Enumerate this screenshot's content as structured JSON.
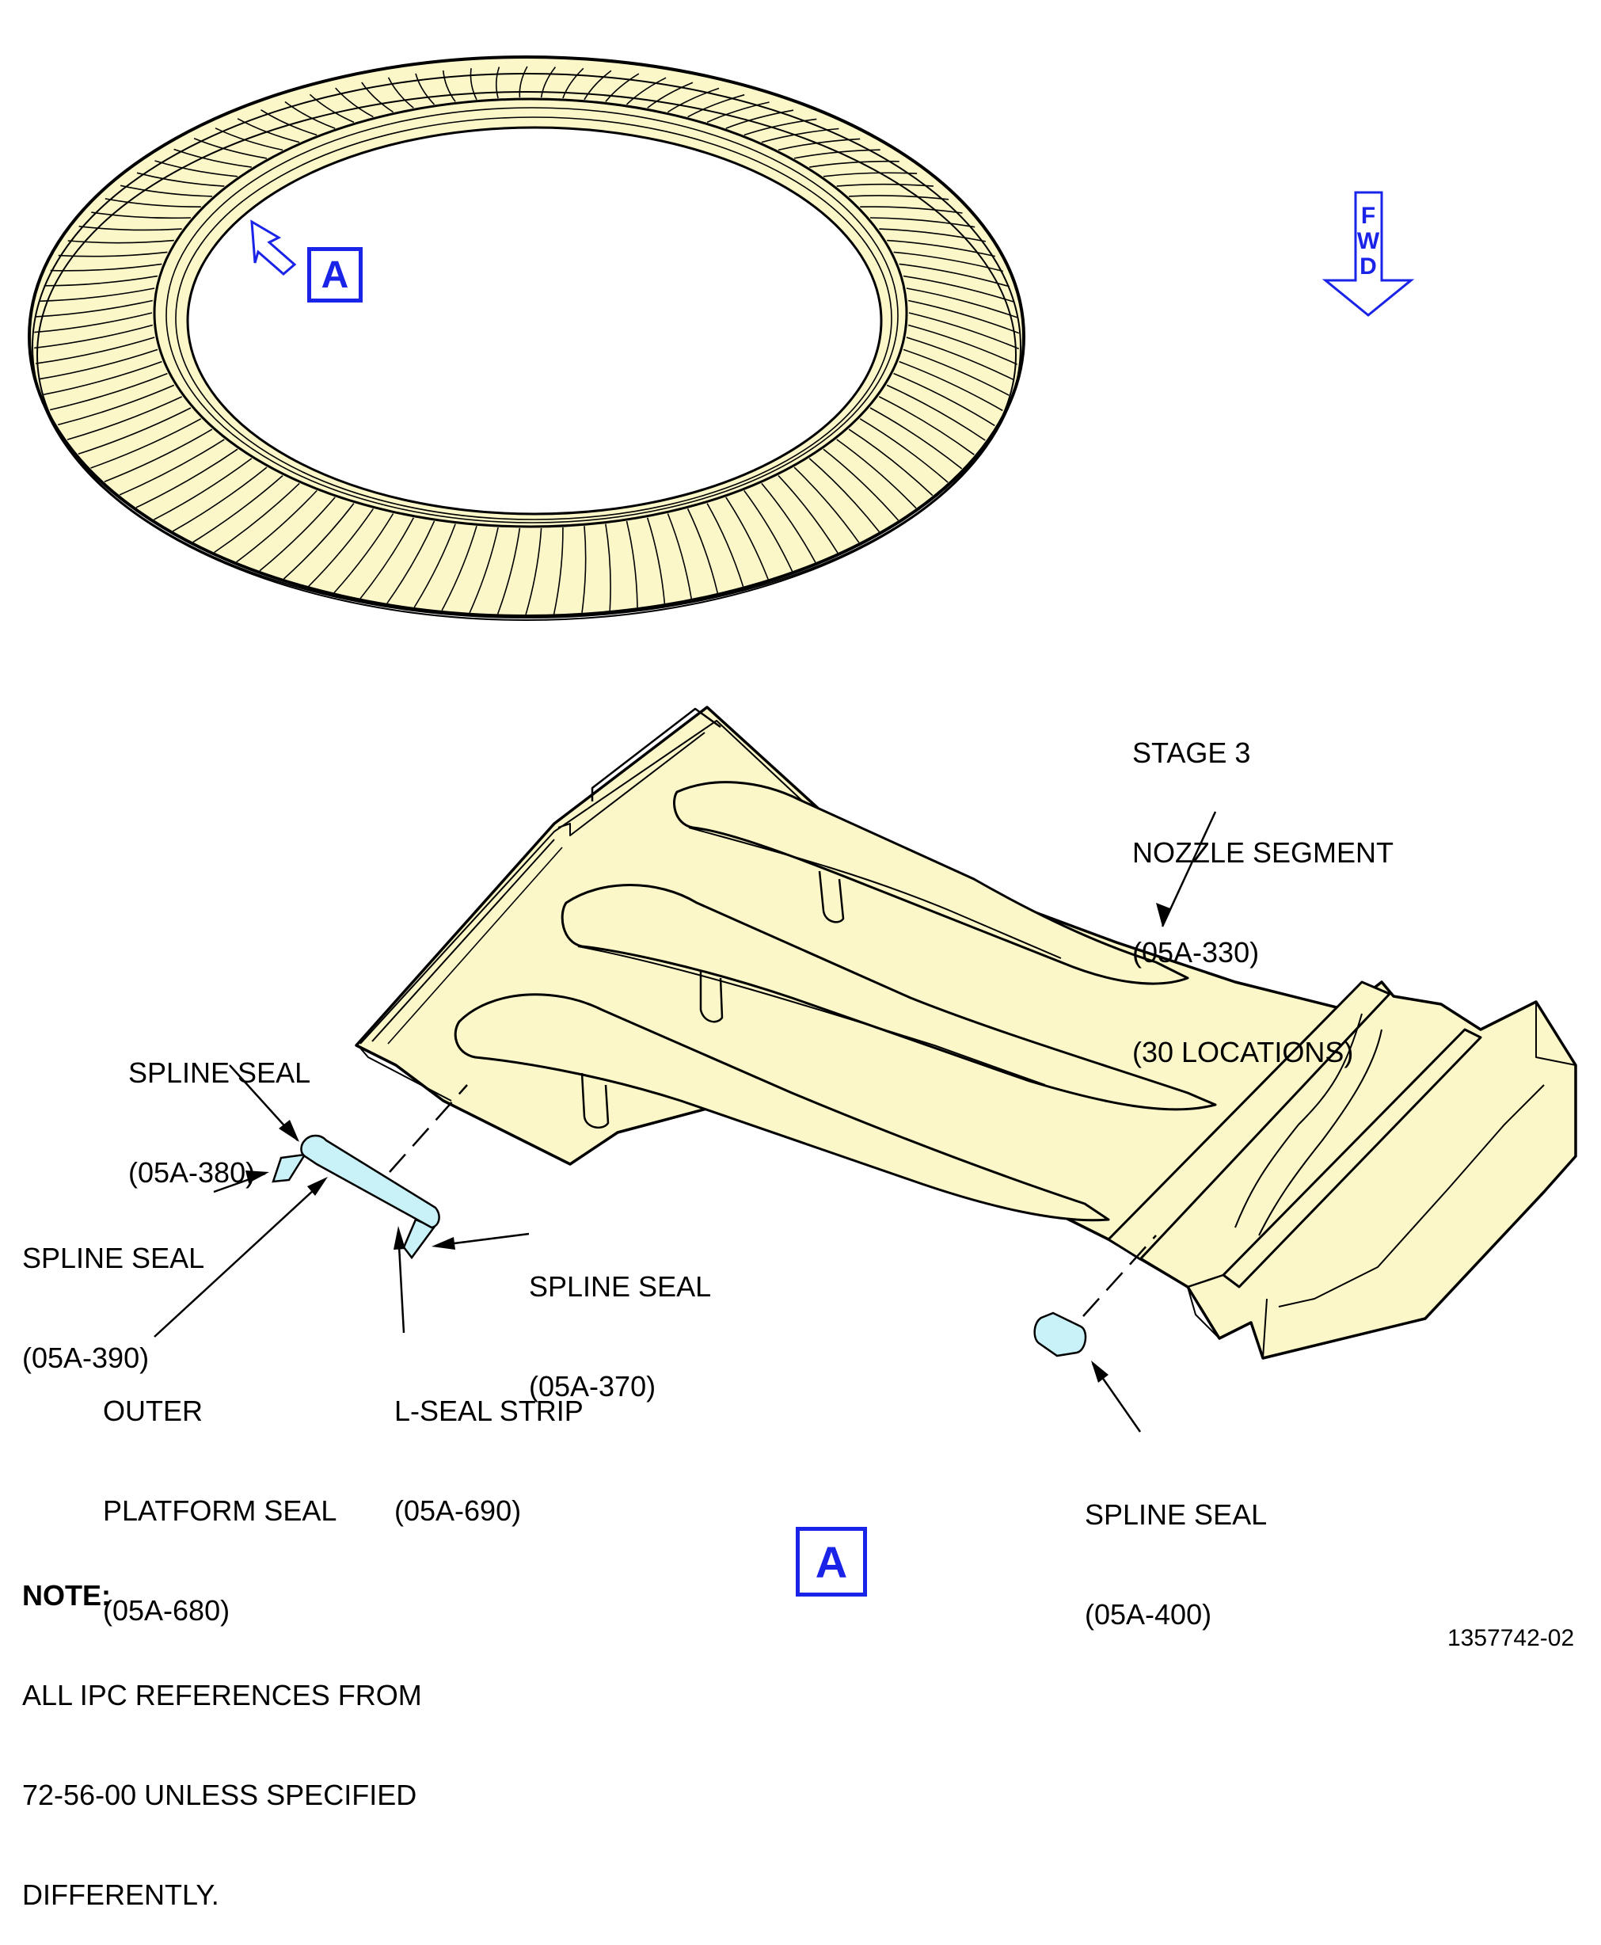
{
  "view_marker": {
    "letter": "A"
  },
  "fwd": {
    "letters": [
      "F",
      "W",
      "D"
    ]
  },
  "labels": {
    "nozzle": [
      "STAGE 3",
      "NOZZLE SEGMENT",
      "(05A-330)",
      "(30 LOCATIONS)"
    ],
    "spline_380": [
      "SPLINE SEAL",
      "(05A-380)"
    ],
    "spline_390": [
      "SPLINE SEAL",
      "(05A-390)"
    ],
    "spline_370": [
      "SPLINE SEAL",
      "(05A-370)"
    ],
    "outer_platform": [
      "OUTER",
      "PLATFORM SEAL",
      "(05A-680)"
    ],
    "l_seal": [
      "L-SEAL STRIP",
      "(05A-690)"
    ],
    "spline_400": [
      "SPLINE SEAL",
      "(05A-400)"
    ]
  },
  "note": {
    "title": "NOTE:",
    "lines": [
      "ALL IPC REFERENCES FROM",
      "72-56-00 UNLESS SPECIFIED",
      "DIFFERENTLY."
    ]
  },
  "doc_number": "1357742-02",
  "colors": {
    "part_fill": "#fbf7c8",
    "seal_fill": "#c8f2f8",
    "callout_blue": "#1a23e8"
  }
}
